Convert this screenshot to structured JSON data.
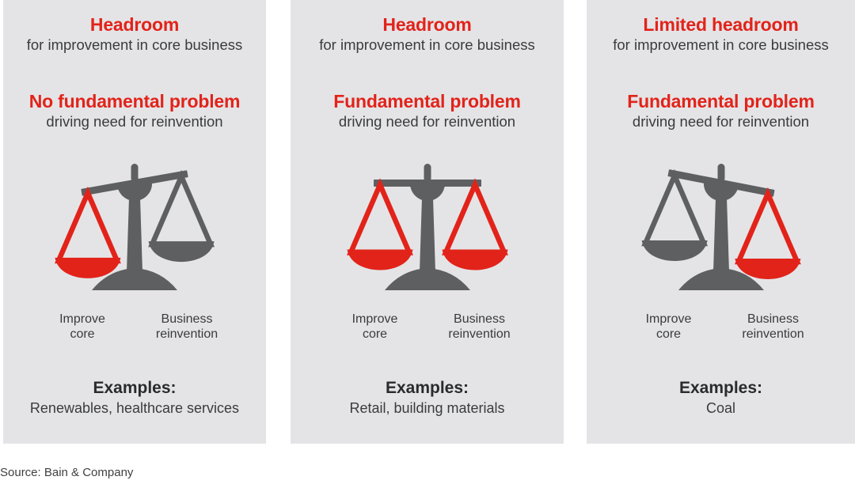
{
  "colors": {
    "red": "#e2231a",
    "panel_bg": "#e4e4e6",
    "frame_gray": "#5e5f61",
    "heading_dark": "#2a2b2d",
    "body_text": "#3a3b3d",
    "page_bg": "#ffffff"
  },
  "panels": [
    {
      "headroom_title": "Headroom",
      "headroom_subtitle": "for improvement in core business",
      "problem_title": "No fundamental problem",
      "problem_subtitle": "driving need for reinvention",
      "scale": {
        "tilt": "improve-core-pan-down",
        "beam_rotation_deg": -10,
        "left_pan_color": "#e2231a",
        "right_pan_color": "#5e5f61"
      },
      "left_pan_label": "Improve\ncore",
      "right_pan_label": "Business\nreinvention",
      "examples_heading": "Examples:",
      "examples_text": "Renewables, healthcare services"
    },
    {
      "headroom_title": "Headroom",
      "headroom_subtitle": "for improvement in core business",
      "problem_title": "Fundamental problem",
      "problem_subtitle": "driving need for reinvention",
      "scale": {
        "tilt": "balanced",
        "beam_rotation_deg": 0,
        "left_pan_color": "#e2231a",
        "right_pan_color": "#e2231a"
      },
      "left_pan_label": "Improve\ncore",
      "right_pan_label": "Business\nreinvention",
      "examples_heading": "Examples:",
      "examples_text": "Retail, building materials"
    },
    {
      "headroom_title": "Limited headroom",
      "headroom_subtitle": "for improvement in core business",
      "problem_title": "Fundamental problem",
      "problem_subtitle": "driving need for reinvention",
      "scale": {
        "tilt": "business-reinvention-pan-down",
        "beam_rotation_deg": 11,
        "left_pan_color": "#5e5f61",
        "right_pan_color": "#e2231a"
      },
      "left_pan_label": "Improve\ncore",
      "right_pan_label": "Business\nreinvention",
      "examples_heading": "Examples:",
      "examples_text": "Coal"
    }
  ],
  "source_note": "Source: Bain & Company"
}
